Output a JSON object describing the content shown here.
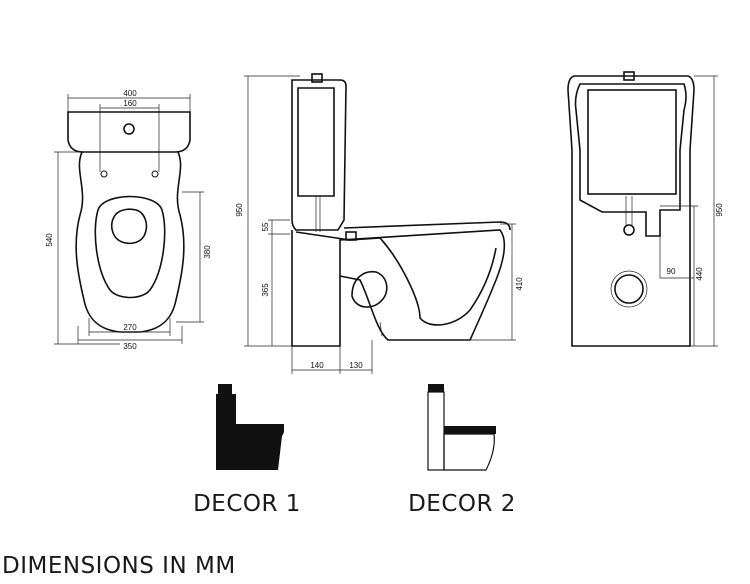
{
  "top_view": {
    "overall_width": "400",
    "hole_spacing": "160",
    "overall_length": "540",
    "bowl_length": "380",
    "bowl_inner_width": "270",
    "bowl_width": "350"
  },
  "side_view": {
    "height": "950",
    "cistern_offset": "55",
    "seat_height": "365",
    "bowl_height": "410",
    "wall_offset": "140",
    "outlet_offset": "130"
  },
  "back_view": {
    "height": "950",
    "outlet_height": "440",
    "outlet_offset": "90"
  },
  "variants": [
    {
      "label": "DECOR 1"
    },
    {
      "label": "DECOR 2"
    }
  ],
  "caption": "DIMENSIONS IN MM"
}
